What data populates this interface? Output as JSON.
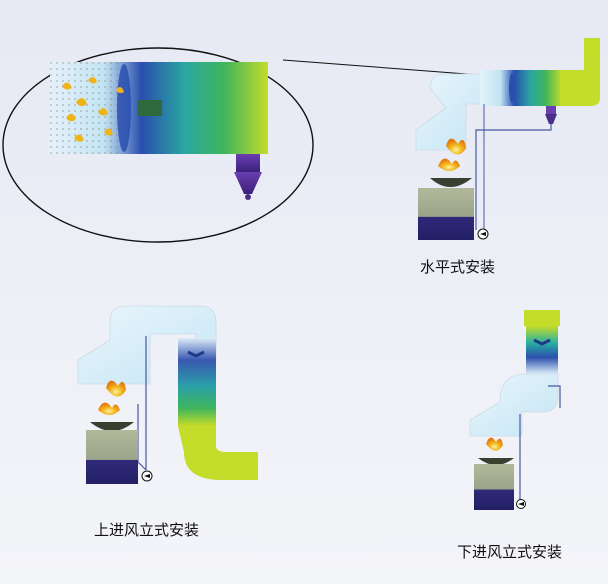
{
  "captions": {
    "horizontal": "水平式安装",
    "upper_inlet": "上进风立式安装",
    "lower_inlet": "下进风立式安装"
  },
  "colors": {
    "duct_light": "#dfeefa",
    "duct_cyan": "#bfe3f2",
    "blue": "#2a4fae",
    "green": "#2fae60",
    "yellow_green": "#c4dc2a",
    "purple": "#4a2f8a",
    "purple_light": "#8a6ac8",
    "stove_top": "#a7ae90",
    "stove_bottom": "#2e2a78",
    "pipe": "#4a5aa0",
    "flame": "#f0b418",
    "outline": "#111111"
  },
  "icons": [
    "magnifier-ellipse",
    "flame-icon",
    "wok-icon",
    "valve-icon",
    "drain-cone-icon"
  ]
}
